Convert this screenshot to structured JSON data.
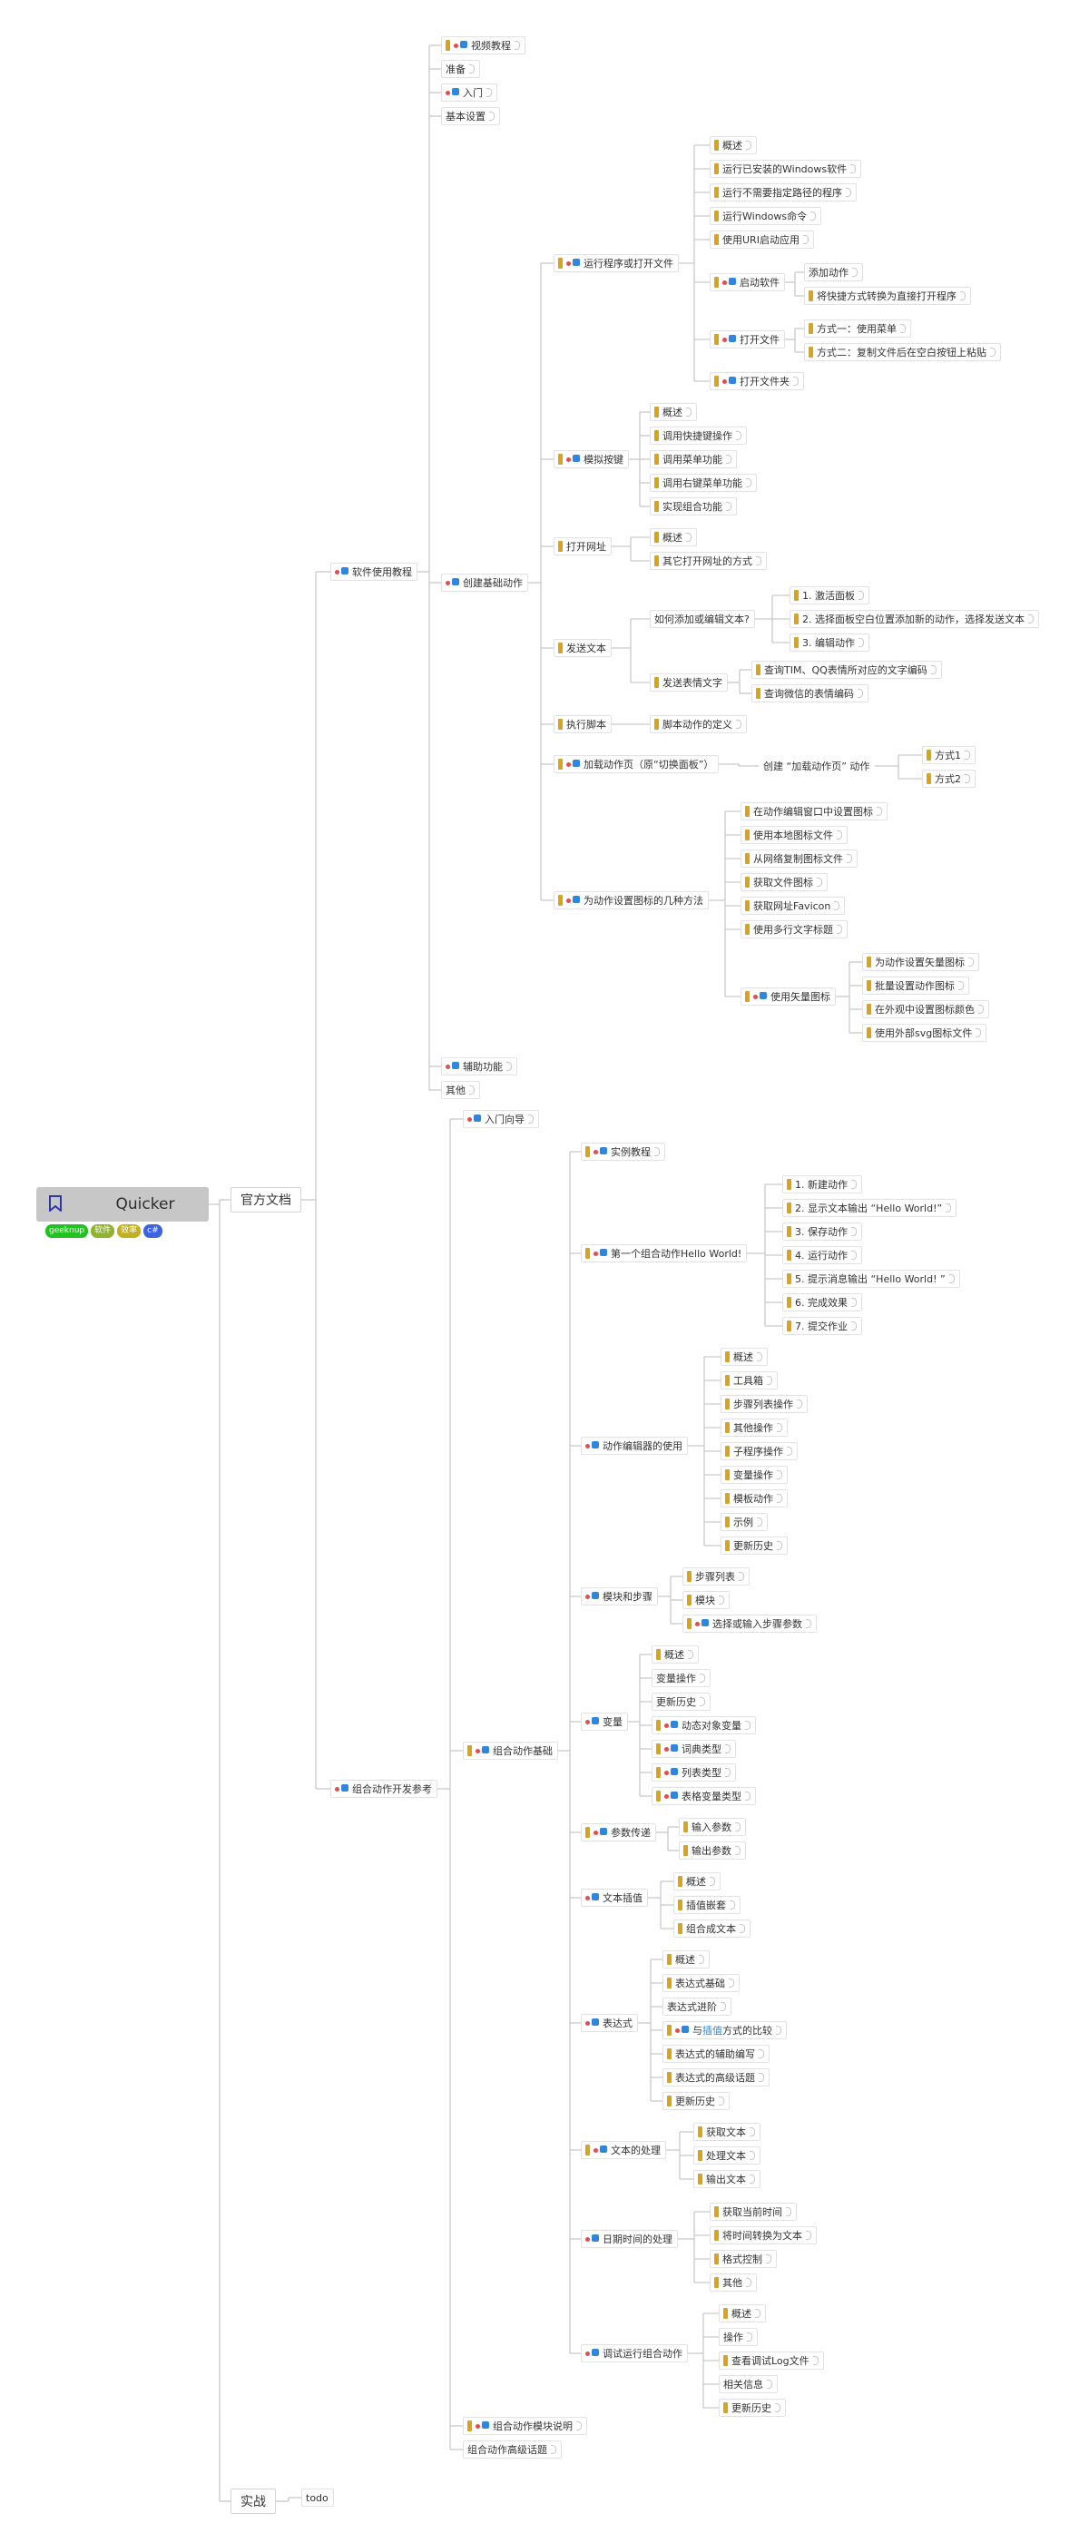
{
  "colors": {
    "root_bg": "#c7c7c7",
    "link": "#c9c9c9",
    "marker": "#d9a41c",
    "flag": "#e84b4b",
    "attach": "#2e86de",
    "tag_geeknup": "#23c223",
    "tag_software": "#8fb32c",
    "tag_efficiency": "#c3b020",
    "tag_csharp": "#3f63e0"
  },
  "root": {
    "title": "Quicker",
    "icon": "bookmark-icon",
    "tags": [
      {
        "label": "geeknup",
        "color": "#23c223"
      },
      {
        "label": "软件",
        "color": "#8fb32c"
      },
      {
        "label": "效率",
        "color": "#c3b020"
      },
      {
        "label": "c#",
        "color": "#3f63e0"
      }
    ]
  },
  "mindmap": [
    {
      "id": "n1",
      "text": "官方文档",
      "level": 1
    },
    {
      "id": "n2",
      "text": "实战",
      "level": 1
    },
    {
      "id": "n3",
      "text": "todo"
    },
    {
      "id": "n4",
      "text": "软件使用教程",
      "flag": true,
      "attach": true
    },
    {
      "id": "n5",
      "text": "组合动作开发参考",
      "flag": true,
      "attach": true
    },
    {
      "id": "n6",
      "text": "视频教程",
      "marker": true,
      "flag": true,
      "attach": true
    },
    {
      "id": "n7",
      "text": "准备"
    },
    {
      "id": "n8",
      "text": "入门",
      "flag": true,
      "attach": true
    },
    {
      "id": "n9",
      "text": "基本设置"
    },
    {
      "id": "n10",
      "text": "创建基础动作",
      "flag": true,
      "attach": true
    },
    {
      "id": "n11",
      "text": "辅助功能",
      "flag": true,
      "attach": true
    },
    {
      "id": "n12",
      "text": "其他"
    },
    {
      "id": "n13",
      "text": "运行程序或打开文件",
      "marker": true,
      "flag": true,
      "attach": true
    },
    {
      "id": "n14",
      "text": "模拟按键",
      "marker": true,
      "flag": true,
      "attach": true
    },
    {
      "id": "n15",
      "text": "打开网址",
      "marker": true
    },
    {
      "id": "n16",
      "text": "发送文本",
      "marker": true
    },
    {
      "id": "n17",
      "text": "执行脚本",
      "marker": true
    },
    {
      "id": "n18",
      "text": "加载动作页（原“切换面板”）",
      "marker": true,
      "flag": true,
      "attach": true
    },
    {
      "id": "n19",
      "text": "为动作设置图标的几种方法",
      "marker": true,
      "flag": true,
      "attach": true
    },
    {
      "id": "n20",
      "text": "概述",
      "marker": true
    },
    {
      "id": "n21",
      "text": "运行已安装的Windows软件",
      "marker": true
    },
    {
      "id": "n22",
      "text": "运行不需要指定路径的程序",
      "marker": true
    },
    {
      "id": "n23",
      "text": "运行Windows命令",
      "marker": true
    },
    {
      "id": "n24",
      "text": "使用URI启动应用",
      "marker": true
    },
    {
      "id": "n25",
      "text": "启动软件",
      "marker": true,
      "flag": true,
      "attach": true
    },
    {
      "id": "n26",
      "text": "打开文件",
      "marker": true,
      "flag": true,
      "attach": true
    },
    {
      "id": "n27",
      "text": "打开文件夹",
      "marker": true,
      "flag": true,
      "attach": true
    },
    {
      "id": "n28",
      "text": "添加动作"
    },
    {
      "id": "n29",
      "text": "将快捷方式转换为直接打开程序",
      "marker": true
    },
    {
      "id": "n30",
      "text": "方式一：使用菜单",
      "marker": true
    },
    {
      "id": "n31",
      "text": "方式二：复制文件后在空白按钮上粘贴",
      "marker": true
    },
    {
      "id": "n32",
      "text": "概述",
      "marker": true
    },
    {
      "id": "n33",
      "text": "调用快捷键操作",
      "marker": true
    },
    {
      "id": "n34",
      "text": "调用菜单功能",
      "marker": true
    },
    {
      "id": "n35",
      "text": "调用右键菜单功能",
      "marker": true
    },
    {
      "id": "n36",
      "text": "实现组合功能",
      "marker": true
    },
    {
      "id": "n37",
      "text": "概述",
      "marker": true
    },
    {
      "id": "n38",
      "text": "其它打开网址的方式",
      "marker": true
    },
    {
      "id": "n39",
      "text": "如何添加或编辑文本?"
    },
    {
      "id": "n40",
      "text": "发送表情文字",
      "marker": true
    },
    {
      "id": "n41",
      "text": "1. 激活面板",
      "marker": true
    },
    {
      "id": "n42",
      "text": "2. 选择面板空白位置添加新的动作，选择发送文本",
      "marker": true
    },
    {
      "id": "n43",
      "text": "3. 编辑动作",
      "marker": true
    },
    {
      "id": "n44",
      "text": "查询TIM、QQ表情所对应的文字编码",
      "marker": true
    },
    {
      "id": "n45",
      "text": "查询微信的表情编码",
      "marker": true
    },
    {
      "id": "n46",
      "text": "脚本动作的定义",
      "marker": true
    },
    {
      "id": "n47",
      "text": "创建 “加载动作页” 动作",
      "noborder": true
    },
    {
      "id": "n48",
      "text": "方式1",
      "marker": true
    },
    {
      "id": "n49",
      "text": "方式2",
      "marker": true
    },
    {
      "id": "n50",
      "text": "在动作编辑窗口中设置图标",
      "marker": true
    },
    {
      "id": "n51",
      "text": "使用本地图标文件",
      "marker": true
    },
    {
      "id": "n52",
      "text": "从网络复制图标文件",
      "marker": true
    },
    {
      "id": "n53",
      "text": "获取文件图标",
      "marker": true
    },
    {
      "id": "n54",
      "text": "获取网址Favicon",
      "marker": true
    },
    {
      "id": "n55",
      "text": "使用多行文字标题",
      "marker": true
    },
    {
      "id": "n56",
      "text": "使用矢量图标",
      "marker": true,
      "flag": true,
      "attach": true
    },
    {
      "id": "n57",
      "text": "为动作设置矢量图标",
      "marker": true
    },
    {
      "id": "n58",
      "text": "批量设置动作图标",
      "marker": true
    },
    {
      "id": "n59",
      "text": "在外观中设置图标颜色",
      "marker": true
    },
    {
      "id": "n60",
      "text": "使用外部svg图标文件",
      "marker": true
    },
    {
      "id": "n61",
      "text": "入门向导",
      "flag": true,
      "attach": true
    },
    {
      "id": "n62",
      "text": "组合动作基础",
      "marker": true,
      "flag": true,
      "attach": true
    },
    {
      "id": "n63",
      "text": "组合动作模块说明",
      "marker": true,
      "flag": true,
      "attach": true
    },
    {
      "id": "n64",
      "text": "组合动作高级话题"
    },
    {
      "id": "n65",
      "text": "实例教程",
      "marker": true,
      "flag": true,
      "attach": true
    },
    {
      "id": "n66",
      "text": "第一个组合动作Hello World!",
      "marker": true,
      "flag": true,
      "attach": true
    },
    {
      "id": "n67",
      "text": "动作编辑器的使用",
      "flag": true,
      "attach": true
    },
    {
      "id": "n68",
      "text": "模块和步骤",
      "flag": true,
      "attach": true
    },
    {
      "id": "n69",
      "text": "变量",
      "flag": true,
      "attach": true
    },
    {
      "id": "n70",
      "text": "参数传递",
      "marker": true,
      "flag": true,
      "attach": true
    },
    {
      "id": "n71",
      "text": "文本插值",
      "flag": true,
      "attach": true
    },
    {
      "id": "n72",
      "text": "表达式",
      "flag": true,
      "attach": true
    },
    {
      "id": "n73",
      "text": "文本的处理",
      "marker": true,
      "flag": true,
      "attach": true
    },
    {
      "id": "n74",
      "text": "日期时间的处理",
      "flag": true,
      "attach": true
    },
    {
      "id": "n75",
      "text": "调试运行组合动作",
      "flag": true,
      "attach": true
    },
    {
      "id": "n76",
      "text": "1. 新建动作",
      "marker": true
    },
    {
      "id": "n77",
      "text": "2. 显示文本输出 “Hello World!”",
      "marker": true
    },
    {
      "id": "n78",
      "text": "3. 保存动作",
      "marker": true
    },
    {
      "id": "n79",
      "text": "4. 运行动作",
      "marker": true
    },
    {
      "id": "n80",
      "text": "5. 提示消息输出 “Hello World! ”",
      "marker": true
    },
    {
      "id": "n81",
      "text": "6. 完成效果",
      "marker": true
    },
    {
      "id": "n82",
      "text": "7. 提交作业",
      "marker": true
    },
    {
      "id": "n83",
      "text": "概述",
      "marker": true
    },
    {
      "id": "n84",
      "text": "工具箱",
      "marker": true
    },
    {
      "id": "n85",
      "text": "步骤列表操作",
      "marker": true
    },
    {
      "id": "n86",
      "text": "其他操作",
      "marker": true
    },
    {
      "id": "n87",
      "text": "子程序操作",
      "marker": true
    },
    {
      "id": "n88",
      "text": "变量操作",
      "marker": true
    },
    {
      "id": "n89",
      "text": "模板动作",
      "marker": true
    },
    {
      "id": "n90",
      "text": "示例",
      "marker": true
    },
    {
      "id": "n91",
      "text": "更新历史",
      "marker": true
    },
    {
      "id": "n92",
      "text": "步骤列表",
      "marker": true
    },
    {
      "id": "n93",
      "text": "模块",
      "marker": true
    },
    {
      "id": "n94",
      "text": "选择或输入步骤参数",
      "marker": true,
      "flag": true,
      "attach": true
    },
    {
      "id": "n95",
      "text": "概述",
      "marker": true
    },
    {
      "id": "n96",
      "text": "变量操作"
    },
    {
      "id": "n97",
      "text": "更新历史"
    },
    {
      "id": "n98",
      "text": "动态对象变量",
      "marker": true,
      "flag": true,
      "attach": true
    },
    {
      "id": "n99",
      "text": "词典类型",
      "marker": true,
      "flag": true,
      "attach": true
    },
    {
      "id": "n100",
      "text": "列表类型",
      "marker": true,
      "flag": true,
      "attach": true
    },
    {
      "id": "n101",
      "text": "表格变量类型",
      "marker": true,
      "flag": true,
      "attach": true
    },
    {
      "id": "n102",
      "text": "输入参数",
      "marker": true
    },
    {
      "id": "n103",
      "text": "输出参数",
      "marker": true
    },
    {
      "id": "n104",
      "text": "概述",
      "marker": true
    },
    {
      "id": "n105",
      "text": "插值嵌套",
      "marker": true
    },
    {
      "id": "n106",
      "text": "组合成文本",
      "marker": true
    },
    {
      "id": "n107",
      "text": "概述",
      "marker": true
    },
    {
      "id": "n108",
      "text": "表达式基础",
      "marker": true
    },
    {
      "id": "n109",
      "text": "表达式进阶"
    },
    {
      "id": "n110",
      "text": "与",
      "marker": true,
      "flag": true,
      "attach": true,
      "hl": "插值",
      "text2": "方式的比较"
    },
    {
      "id": "n111",
      "text": "表达式的辅助编写",
      "marker": true
    },
    {
      "id": "n112",
      "text": "表达式的高级话题",
      "marker": true
    },
    {
      "id": "n113",
      "text": "更新历史",
      "marker": true
    },
    {
      "id": "n114",
      "text": "获取文本",
      "marker": true
    },
    {
      "id": "n115",
      "text": "处理文本",
      "marker": true
    },
    {
      "id": "n116",
      "text": "输出文本",
      "marker": true
    },
    {
      "id": "n117",
      "text": "获取当前时间",
      "marker": true
    },
    {
      "id": "n118",
      "text": "将时间转换为文本",
      "marker": true
    },
    {
      "id": "n119",
      "text": "格式控制",
      "marker": true
    },
    {
      "id": "n120",
      "text": "其他",
      "marker": true
    },
    {
      "id": "n121",
      "text": "概述",
      "marker": true
    },
    {
      "id": "n122",
      "text": "操作"
    },
    {
      "id": "n123",
      "text": "查看调试Log文件",
      "marker": true
    },
    {
      "id": "n124",
      "text": "相关信息"
    },
    {
      "id": "n125",
      "text": "更新历史",
      "marker": true
    }
  ]
}
